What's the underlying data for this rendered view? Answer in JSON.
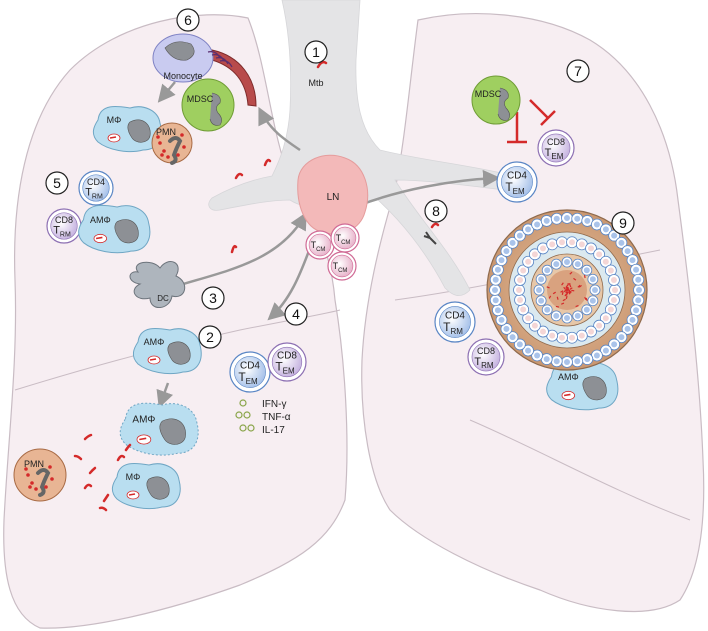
{
  "steps": [
    "1",
    "2",
    "3",
    "4",
    "5",
    "6",
    "7",
    "8",
    "9"
  ],
  "labels": {
    "mtb": "Mtb",
    "monocyte": "Monocyte",
    "macrophage": "MΦ",
    "alveolar_macrophage": "AMΦ",
    "neutrophil": "PMN",
    "mdsc": "MDSC",
    "dendritic_cell": "DC",
    "lymph_node": "LN",
    "cd4": "CD4",
    "cd8": "CD8",
    "t_main": "T",
    "sub_rm": "RM",
    "sub_em": "EM",
    "sub_cm": "CM"
  },
  "cytokines": [
    "IFN-γ",
    "TNF-α",
    "IL-17"
  ],
  "colors": {
    "lung_fill": "#f7eef2",
    "lung_stroke": "#c9bcc4",
    "airway": "#e4e4e6",
    "bacteria": "#d42a2a",
    "arrow": "#999999",
    "ln": "#f3b9b9",
    "cd4_ring": "#5a86c5",
    "cd8_ring": "#8d70b3",
    "cm_ring": "#d06a95",
    "mdsc": "#9fcf60",
    "macrophage": "#b9def0",
    "dc": "#aeb5bd",
    "monocyte": "#c9cbf0",
    "pmn": "#e8b594",
    "inhibit": "#d42a2a"
  }
}
